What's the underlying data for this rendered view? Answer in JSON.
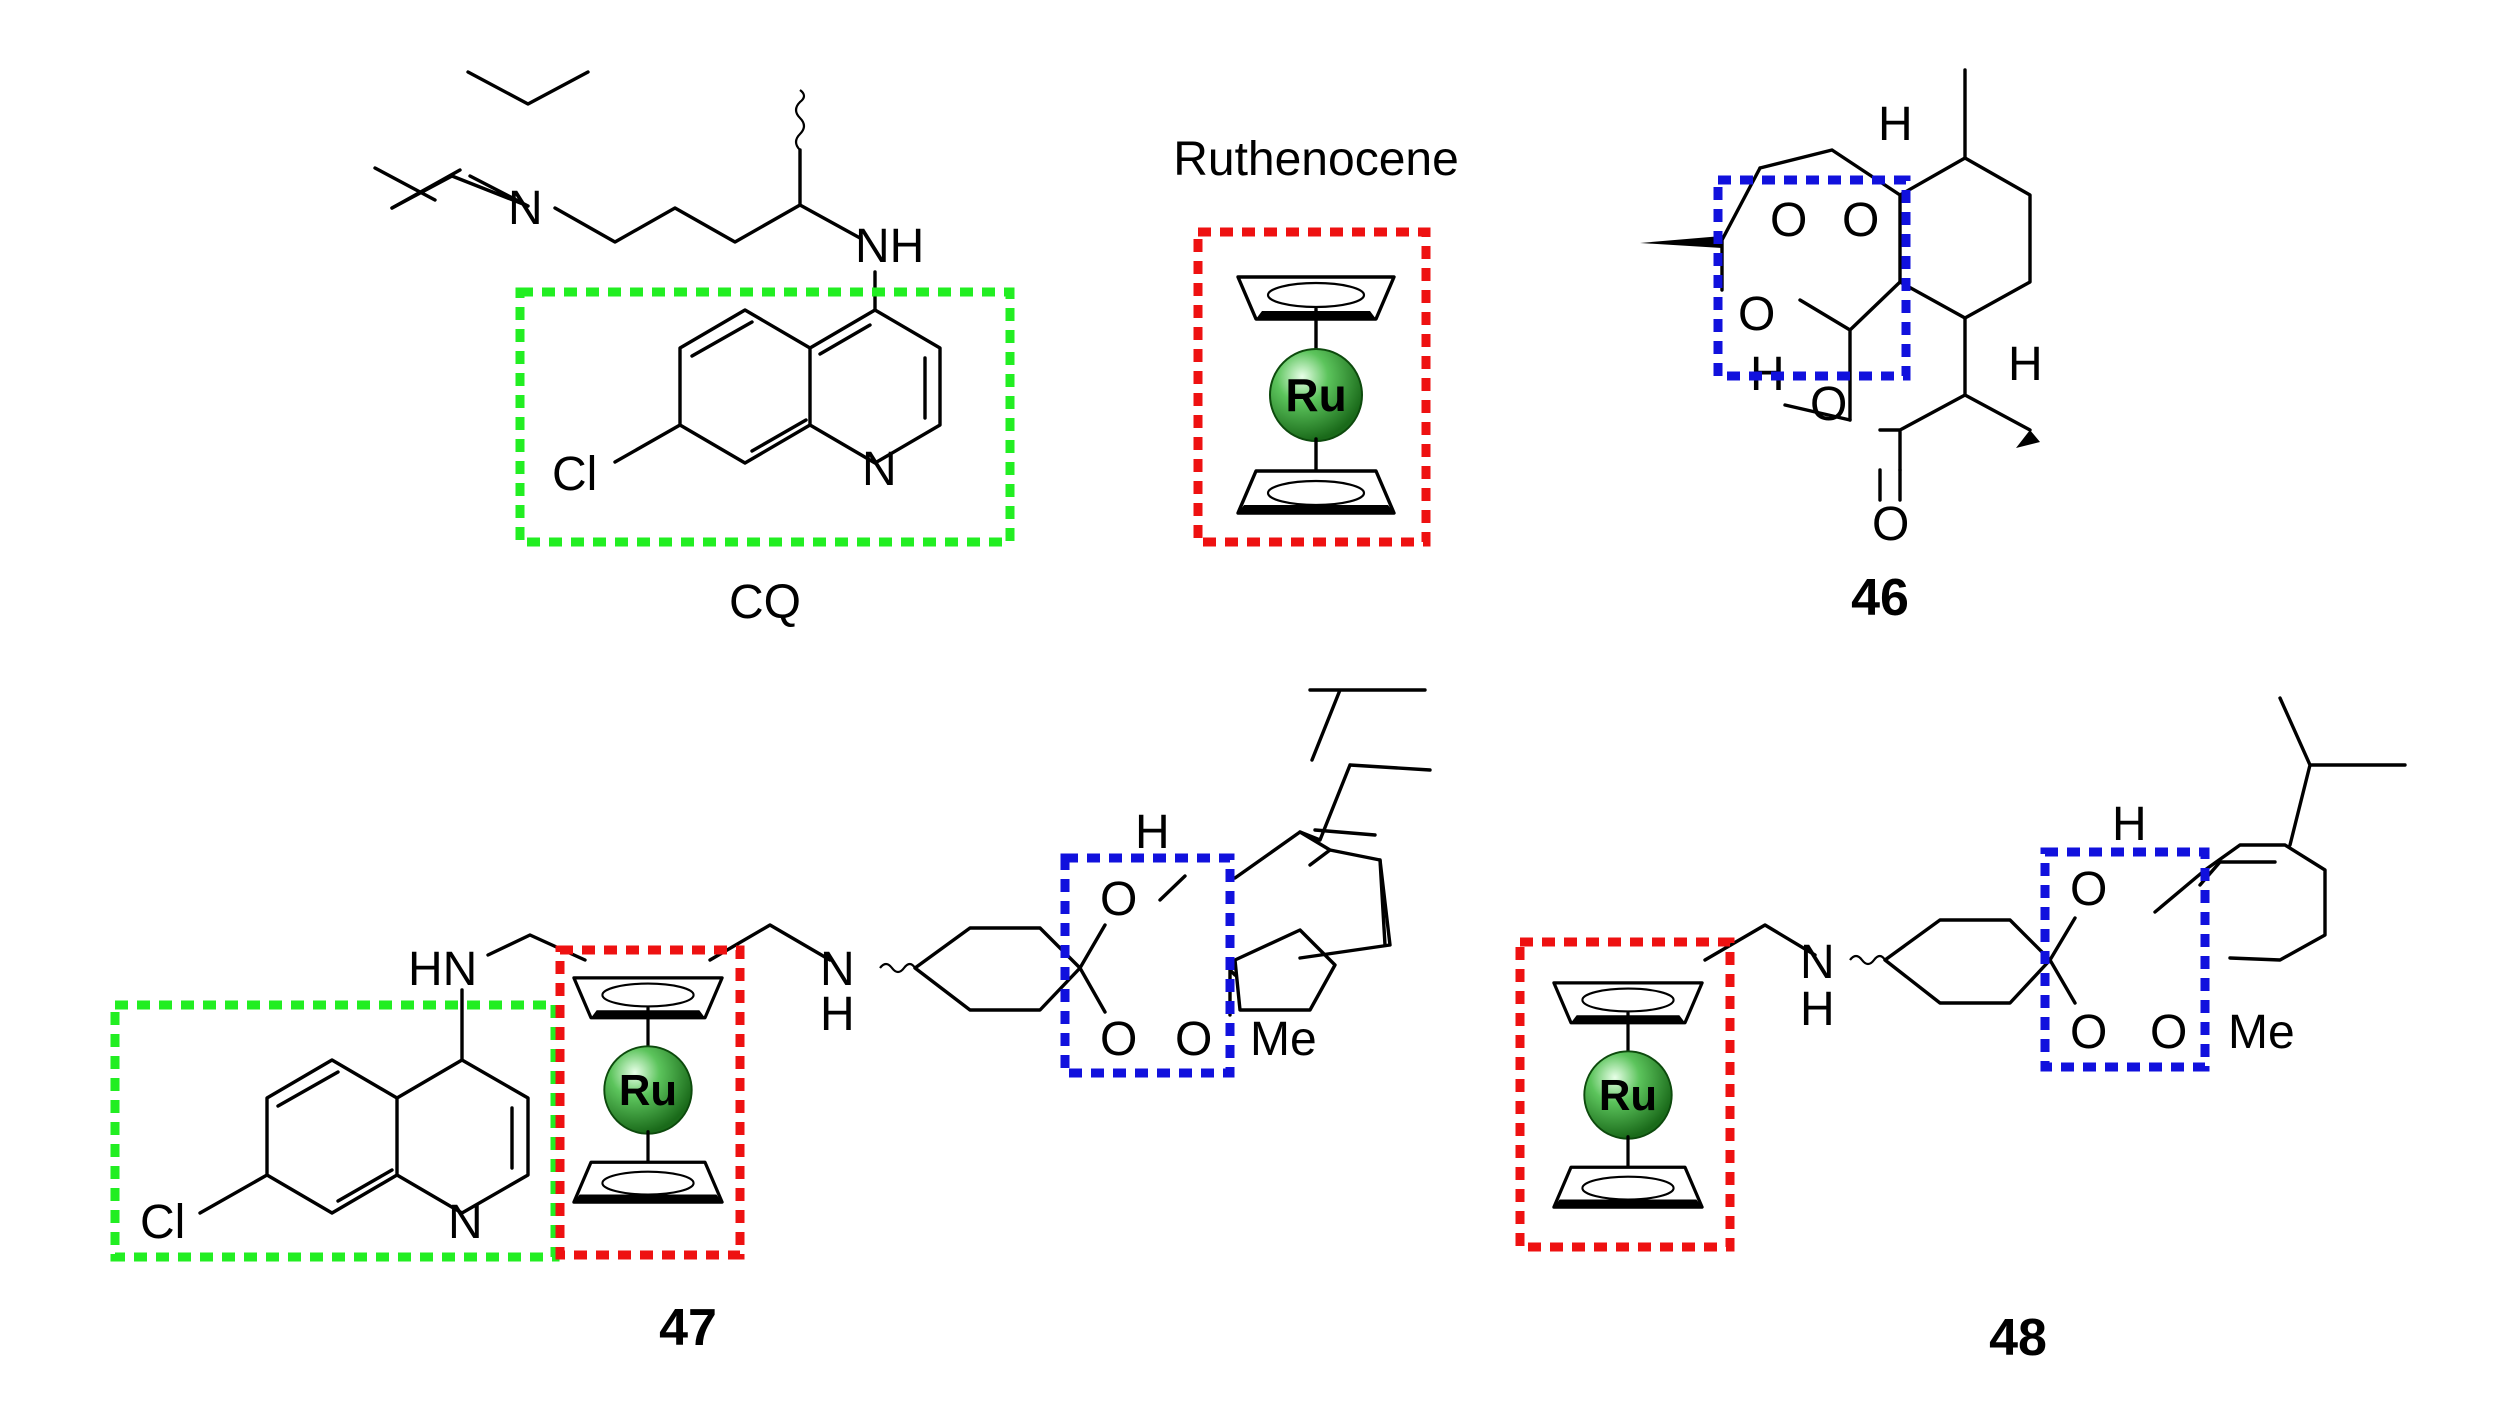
{
  "captions": {
    "cq": "CQ",
    "ruthenocene": "Ruthenocene",
    "c46": "46",
    "c47": "47",
    "c48": "48"
  },
  "atoms": {
    "N": "N",
    "NH": "NH",
    "HN": "HN",
    "H": "H",
    "Cl": "Cl",
    "O": "O",
    "Me": "Me",
    "Ru": "Ru"
  },
  "highlight_colors": {
    "quinoline": "#22ee22",
    "ruthenocene": "#ee1111",
    "peroxide": "#1111dd",
    "ru_sphere": "#2a9a2a"
  }
}
